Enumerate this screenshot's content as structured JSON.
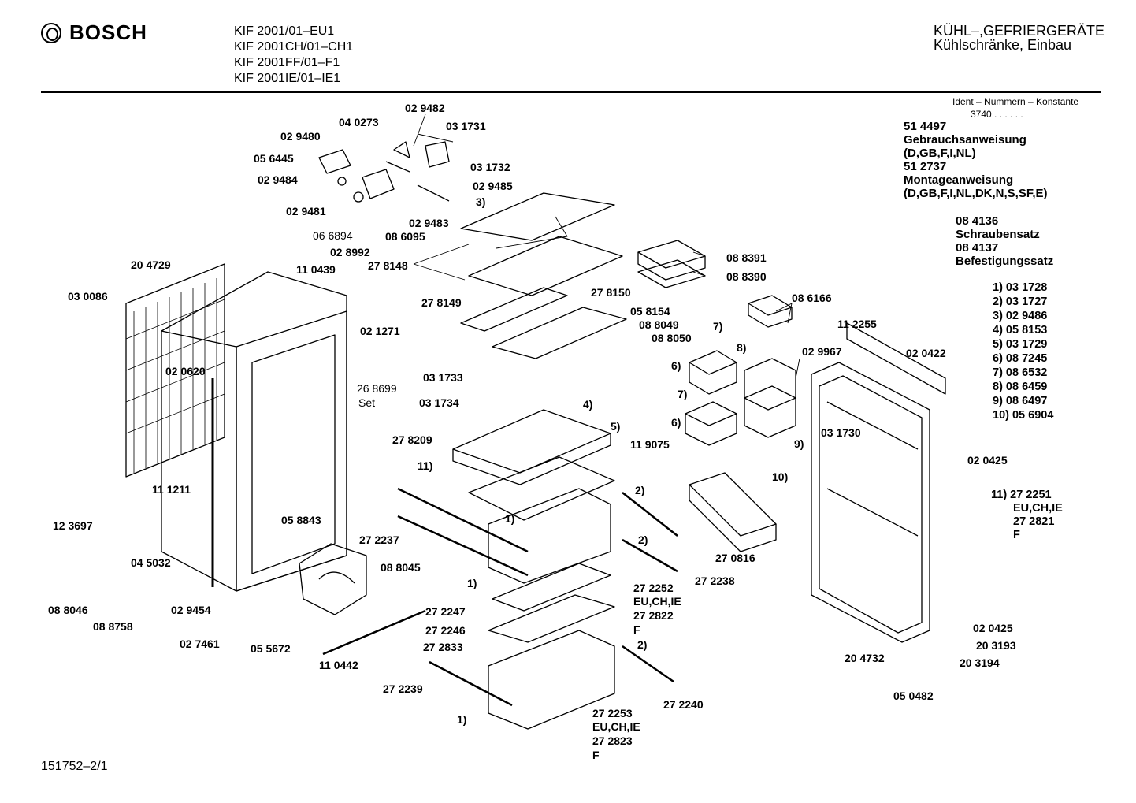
{
  "header": {
    "brand": "BOSCH",
    "models": [
      "KIF 2001/01–EU1",
      "KIF 2001CH/01–CH1",
      "KIF 2001FF/01–F1",
      "KIF 2001IE/01–IE1"
    ],
    "category_line1": "KÜHL–,GEFRIERGERÄTE",
    "category_line2": "Kühlschränke, Einbau"
  },
  "ident": {
    "title": "Ident – Nummern – Konstante",
    "value": "3740 . . . . . ."
  },
  "docs": [
    "51 4497",
    "Gebrauchsanweisung",
    "(D,GB,F,I,NL)",
    "51 2737",
    "Montageanweisung",
    "(D,GB,F,I,NL,DK,N,S,SF,E)"
  ],
  "refs": [
    "08 4136",
    "Schraubensatz",
    "08 4137",
    "Befestigungssatz"
  ],
  "footnotes": [
    "1) 03 1728",
    "2) 03 1727",
    "3) 02 9486",
    "4) 05 8153",
    "5) 03 1729",
    "6) 08 7245",
    "7) 08 6532",
    "8) 08 6459",
    "9) 08 6497",
    "10) 05 6904"
  ],
  "footnote11": [
    "11) 27 2251",
    "EU,CH,IE",
    "27 2821",
    "F"
  ],
  "footer_code": "151752–2/1",
  "parts": [
    {
      "id": "p1",
      "text": "02 9482"
    },
    {
      "id": "p2",
      "text": "04 0273"
    },
    {
      "id": "p3",
      "text": "03 1731"
    },
    {
      "id": "p4",
      "text": "02 9480"
    },
    {
      "id": "p5",
      "text": "05 6445"
    },
    {
      "id": "p6",
      "text": "03 1732"
    },
    {
      "id": "p7",
      "text": "02 9484"
    },
    {
      "id": "p8",
      "text": "02 9485"
    },
    {
      "id": "p9",
      "text": "3)"
    },
    {
      "id": "p10",
      "text": "02 9481"
    },
    {
      "id": "p11",
      "text": "02 9483"
    },
    {
      "id": "p12",
      "text": "06 6894"
    },
    {
      "id": "p13",
      "text": "08 6095"
    },
    {
      "id": "p14",
      "text": "02 8992"
    },
    {
      "id": "p15",
      "text": "27 8148"
    },
    {
      "id": "p16",
      "text": "08 8391"
    },
    {
      "id": "p17",
      "text": "08 8390"
    },
    {
      "id": "p18",
      "text": "20 4729"
    },
    {
      "id": "p19",
      "text": "11 0439"
    },
    {
      "id": "p20",
      "text": "03 0086"
    },
    {
      "id": "p21",
      "text": "27 8149"
    },
    {
      "id": "p22",
      "text": "27 8150"
    },
    {
      "id": "p23",
      "text": "05 8154"
    },
    {
      "id": "p24",
      "text": "08 6166"
    },
    {
      "id": "p25",
      "text": "08 8049"
    },
    {
      "id": "p26",
      "text": "02 1271"
    },
    {
      "id": "p27",
      "text": "08 8050"
    },
    {
      "id": "p28",
      "text": "7)"
    },
    {
      "id": "p29",
      "text": "11 2255"
    },
    {
      "id": "p30",
      "text": "02 0620"
    },
    {
      "id": "p31",
      "text": "8)"
    },
    {
      "id": "p32",
      "text": "02 9967"
    },
    {
      "id": "p33",
      "text": "02 0422"
    },
    {
      "id": "p34",
      "text": "6)"
    },
    {
      "id": "p35",
      "text": "26 8699"
    },
    {
      "id": "p36",
      "text": "Set"
    },
    {
      "id": "p37",
      "text": "03 1733"
    },
    {
      "id": "p38",
      "text": "7)"
    },
    {
      "id": "p39",
      "text": "03 1734"
    },
    {
      "id": "p40",
      "text": "4)"
    },
    {
      "id": "p41",
      "text": "6)"
    },
    {
      "id": "p42",
      "text": "03 1730"
    },
    {
      "id": "p43",
      "text": "5)"
    },
    {
      "id": "p44",
      "text": "9)"
    },
    {
      "id": "p45",
      "text": "27 8209"
    },
    {
      "id": "p46",
      "text": "11 9075"
    },
    {
      "id": "p47",
      "text": "02 0425"
    },
    {
      "id": "p48",
      "text": "11)"
    },
    {
      "id": "p49",
      "text": "10)"
    },
    {
      "id": "p50",
      "text": "11 1211"
    },
    {
      "id": "p51",
      "text": "2)"
    },
    {
      "id": "p52",
      "text": "1)"
    },
    {
      "id": "p53",
      "text": "12 3697"
    },
    {
      "id": "p54",
      "text": "05 8843"
    },
    {
      "id": "p55",
      "text": "27 2237"
    },
    {
      "id": "p56",
      "text": "2)"
    },
    {
      "id": "p57",
      "text": "04 5032"
    },
    {
      "id": "p58",
      "text": "27 0816"
    },
    {
      "id": "p59",
      "text": "08 8045"
    },
    {
      "id": "p60",
      "text": "27 2238"
    },
    {
      "id": "p61",
      "text": "1)"
    },
    {
      "id": "p62",
      "text": "08 8046"
    },
    {
      "id": "p63",
      "text": "02 9454"
    },
    {
      "id": "p64",
      "text": "08 8758"
    },
    {
      "id": "p65",
      "text": "27 2247"
    },
    {
      "id": "p66",
      "text": "27 2252"
    },
    {
      "id": "p67",
      "text": "EU,CH,IE"
    },
    {
      "id": "p68",
      "text": "27 2822"
    },
    {
      "id": "p69",
      "text": "F"
    },
    {
      "id": "p70",
      "text": "27 2246"
    },
    {
      "id": "p71",
      "text": "02 0425"
    },
    {
      "id": "p72",
      "text": "02 7461"
    },
    {
      "id": "p73",
      "text": "05 5672"
    },
    {
      "id": "p74",
      "text": "27 2833"
    },
    {
      "id": "p75",
      "text": "2)"
    },
    {
      "id": "p76",
      "text": "20 3193"
    },
    {
      "id": "p77",
      "text": "11 0442"
    },
    {
      "id": "p78",
      "text": "20 4732"
    },
    {
      "id": "p79",
      "text": "20 3194"
    },
    {
      "id": "p80",
      "text": "27 2239"
    },
    {
      "id": "p81",
      "text": "27 2240"
    },
    {
      "id": "p82",
      "text": "05 0482"
    },
    {
      "id": "p83",
      "text": "1)"
    },
    {
      "id": "p84",
      "text": "27 2253"
    },
    {
      "id": "p85",
      "text": "EU,CH,IE"
    },
    {
      "id": "p86",
      "text": "27 2823"
    },
    {
      "id": "p87",
      "text": "F"
    }
  ]
}
